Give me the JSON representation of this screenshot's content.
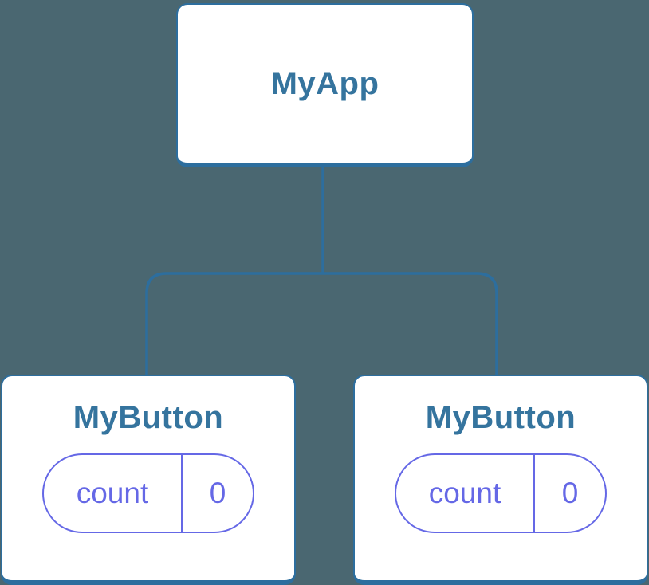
{
  "diagram": {
    "root": {
      "label": "MyApp"
    },
    "children": [
      {
        "label": "MyButton",
        "state": {
          "key": "count",
          "value": "0"
        }
      },
      {
        "label": "MyButton",
        "state": {
          "key": "count",
          "value": "0"
        }
      }
    ]
  },
  "colors": {
    "background": "#4A6771",
    "node_border": "#2D6E9E",
    "node_fill": "#FFFFFF",
    "label_text": "#35749E",
    "state_accent": "#6568E6"
  }
}
